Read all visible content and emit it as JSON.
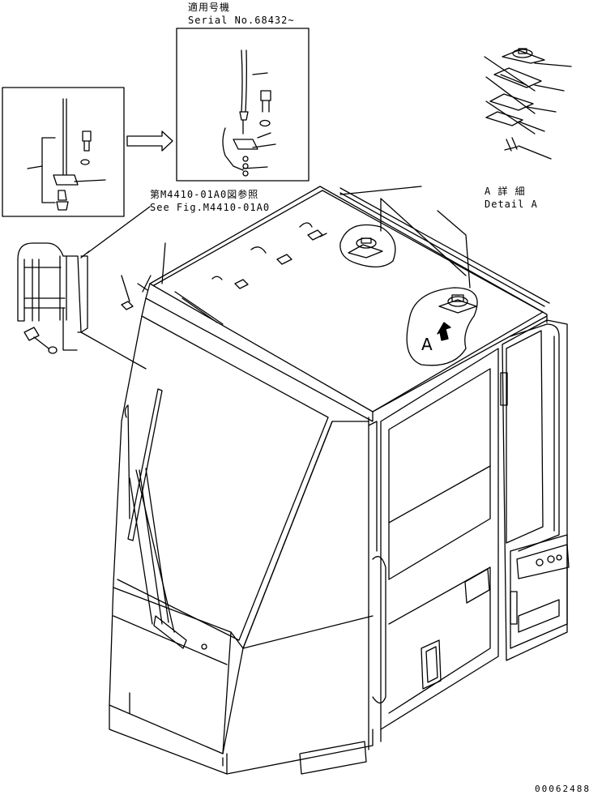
{
  "applicable_serial": {
    "jp": "適用号機",
    "en": "Serial No.68432~"
  },
  "reference": {
    "jp": "第M4410-01A0図参照",
    "en": "See Fig.M4410-01A0"
  },
  "detail": {
    "jp": "A 詳 細",
    "en": "Detail A"
  },
  "view_letter": "A",
  "drawing_number": "00062488"
}
